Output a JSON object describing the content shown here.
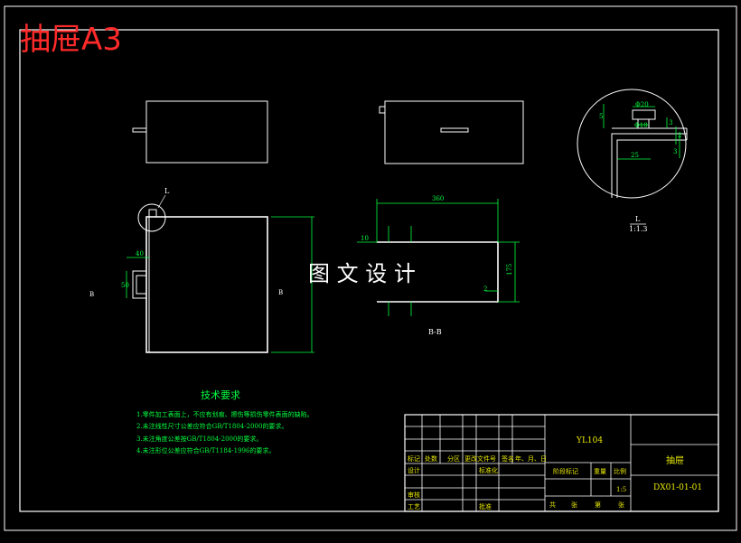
{
  "sheet_title": "抽屉A3",
  "watermark": "图 文 设 计",
  "section_label": "B-B",
  "section_marker": "B",
  "detail_label": "L",
  "detail_scale": "1:1.3",
  "leader_label": "L",
  "dimensions": {
    "width_360": "360",
    "height_175": "175",
    "offset_10": "10",
    "thick_2": "2",
    "side_40": "40",
    "side_50": "50",
    "detail_20": "Φ20",
    "detail_10": "Φ10",
    "detail_25": "25",
    "detail_5": "5",
    "detail_3": "3",
    "detail_2": "2",
    "detail_3b": "3"
  },
  "notes": {
    "title": "技术要求",
    "items": [
      "1.零件加工表面上，不应有划痕、擦伤等损伤零件表面的缺陷。",
      "2.未注线性尺寸公差应符合GB/T1804-2000的要求。",
      "3.未注角度公差按GB/T1804-2000的要求。",
      "4.未注形位公差应符合GB/T1184-1996的要求。"
    ]
  },
  "title_block": {
    "code_top": "YL104",
    "part_name": "抽屉",
    "drawing_no": "DX01-01-01",
    "scale_value": "1:5",
    "labels": {
      "mark": "标记",
      "count": "处数",
      "zone": "分区",
      "change_doc": "更改文件号",
      "sign": "签名",
      "date": "年、月、日",
      "design": "设计",
      "standardize": "标准化",
      "stage_mark": "阶段标记",
      "weight": "重量",
      "scale": "比例",
      "review": "审核",
      "process": "工艺",
      "approve": "批准",
      "total": "共",
      "sheets": "张",
      "page": "第",
      "sheet": "张"
    }
  },
  "colors": {
    "background": "#000000",
    "line": "#ffffff",
    "dimension": "#00ff40",
    "title_text": "#ff2a2a",
    "block_text": "#e8e800"
  }
}
